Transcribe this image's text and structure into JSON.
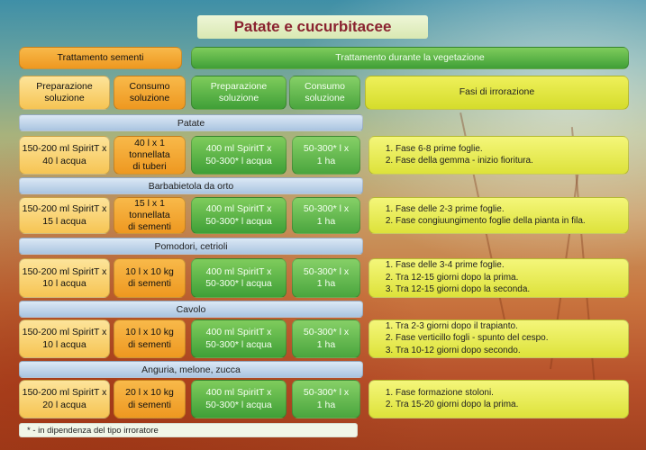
{
  "title": "Patate e cucurbitacee",
  "headers": {
    "seed_treatment": "Trattamento sementi",
    "vegetation_treatment": "Trattamento durante la vegetazione",
    "seed_preparation": "Preparazione soluzione",
    "seed_consumption": "Consumo soluzione",
    "veg_preparation": "Preparazione soluzione",
    "veg_consumption": "Consumo soluzione",
    "phases": "Fasi di irrorazione"
  },
  "crops": [
    {
      "name": "Patate",
      "seed_prep": [
        "150-200 ml SpiritT x",
        "40 l acqua"
      ],
      "seed_cons": [
        "40 l x 1",
        "tonnellata",
        "di tuberi"
      ],
      "veg_prep": [
        "400 ml SpiritT x",
        "50-300* l acqua"
      ],
      "veg_cons": [
        "50-300* l x",
        "1 ha"
      ],
      "phases": [
        "Fase 6-8 prime foglie.",
        "Fase della gemma - inizio fioritura."
      ]
    },
    {
      "name": "Barbabietola da orto",
      "seed_prep": [
        "150-200 ml SpiritT x",
        "15 l acqua"
      ],
      "seed_cons": [
        "15 l x 1",
        "tonnellata",
        "di sementi"
      ],
      "veg_prep": [
        "400 ml SpiritT x",
        "50-300* l acqua"
      ],
      "veg_cons": [
        "50-300* l x",
        "1 ha"
      ],
      "phases": [
        "Fase delle 2-3 prime foglie.",
        "Fase congiuungimento foglie della pianta in fila."
      ]
    },
    {
      "name": "Pomodori, cetrioli",
      "seed_prep": [
        "150-200 ml SpiritT x",
        "10 l acqua"
      ],
      "seed_cons": [
        "10 l x 10 kg",
        "di sementi"
      ],
      "veg_prep": [
        "400 ml SpiritT x",
        "50-300* l acqua"
      ],
      "veg_cons": [
        "50-300* l x",
        "1 ha"
      ],
      "phases": [
        "Fase delle 3-4 prime foglie.",
        "Tra 12-15 giorni dopo la prima.",
        "Tra 12-15 giorni dopo la seconda."
      ]
    },
    {
      "name": "Cavolo",
      "seed_prep": [
        "150-200 ml SpiritT x",
        "10 l acqua"
      ],
      "seed_cons": [
        "10 l x 10 kg",
        "di sementi"
      ],
      "veg_prep": [
        "400 ml SpiritT x",
        "50-300* l acqua"
      ],
      "veg_cons": [
        "50-300* l x",
        "1 ha"
      ],
      "phases": [
        "Tra 2-3 giorni dopo il trapianto.",
        "Fase verticillo fogli - spunto del cespo.",
        "Tra 10-12 giorni dopo secondo."
      ]
    },
    {
      "name": "Anguria, melone, zucca",
      "seed_prep": [
        "150-200 ml SpiritT x",
        "20 l acqua"
      ],
      "seed_cons": [
        "20 l x 10 kg",
        "di sementi"
      ],
      "veg_prep": [
        "400 ml SpiritT x",
        "50-300* l acqua"
      ],
      "veg_cons": [
        "50-300* l x",
        "1 ha"
      ],
      "phases": [
        "Fase formazione stoloni.",
        "Tra 15-20 giorni dopo la prima."
      ]
    }
  ],
  "footnote": "* - in dipendenza del tipo irroratore"
}
